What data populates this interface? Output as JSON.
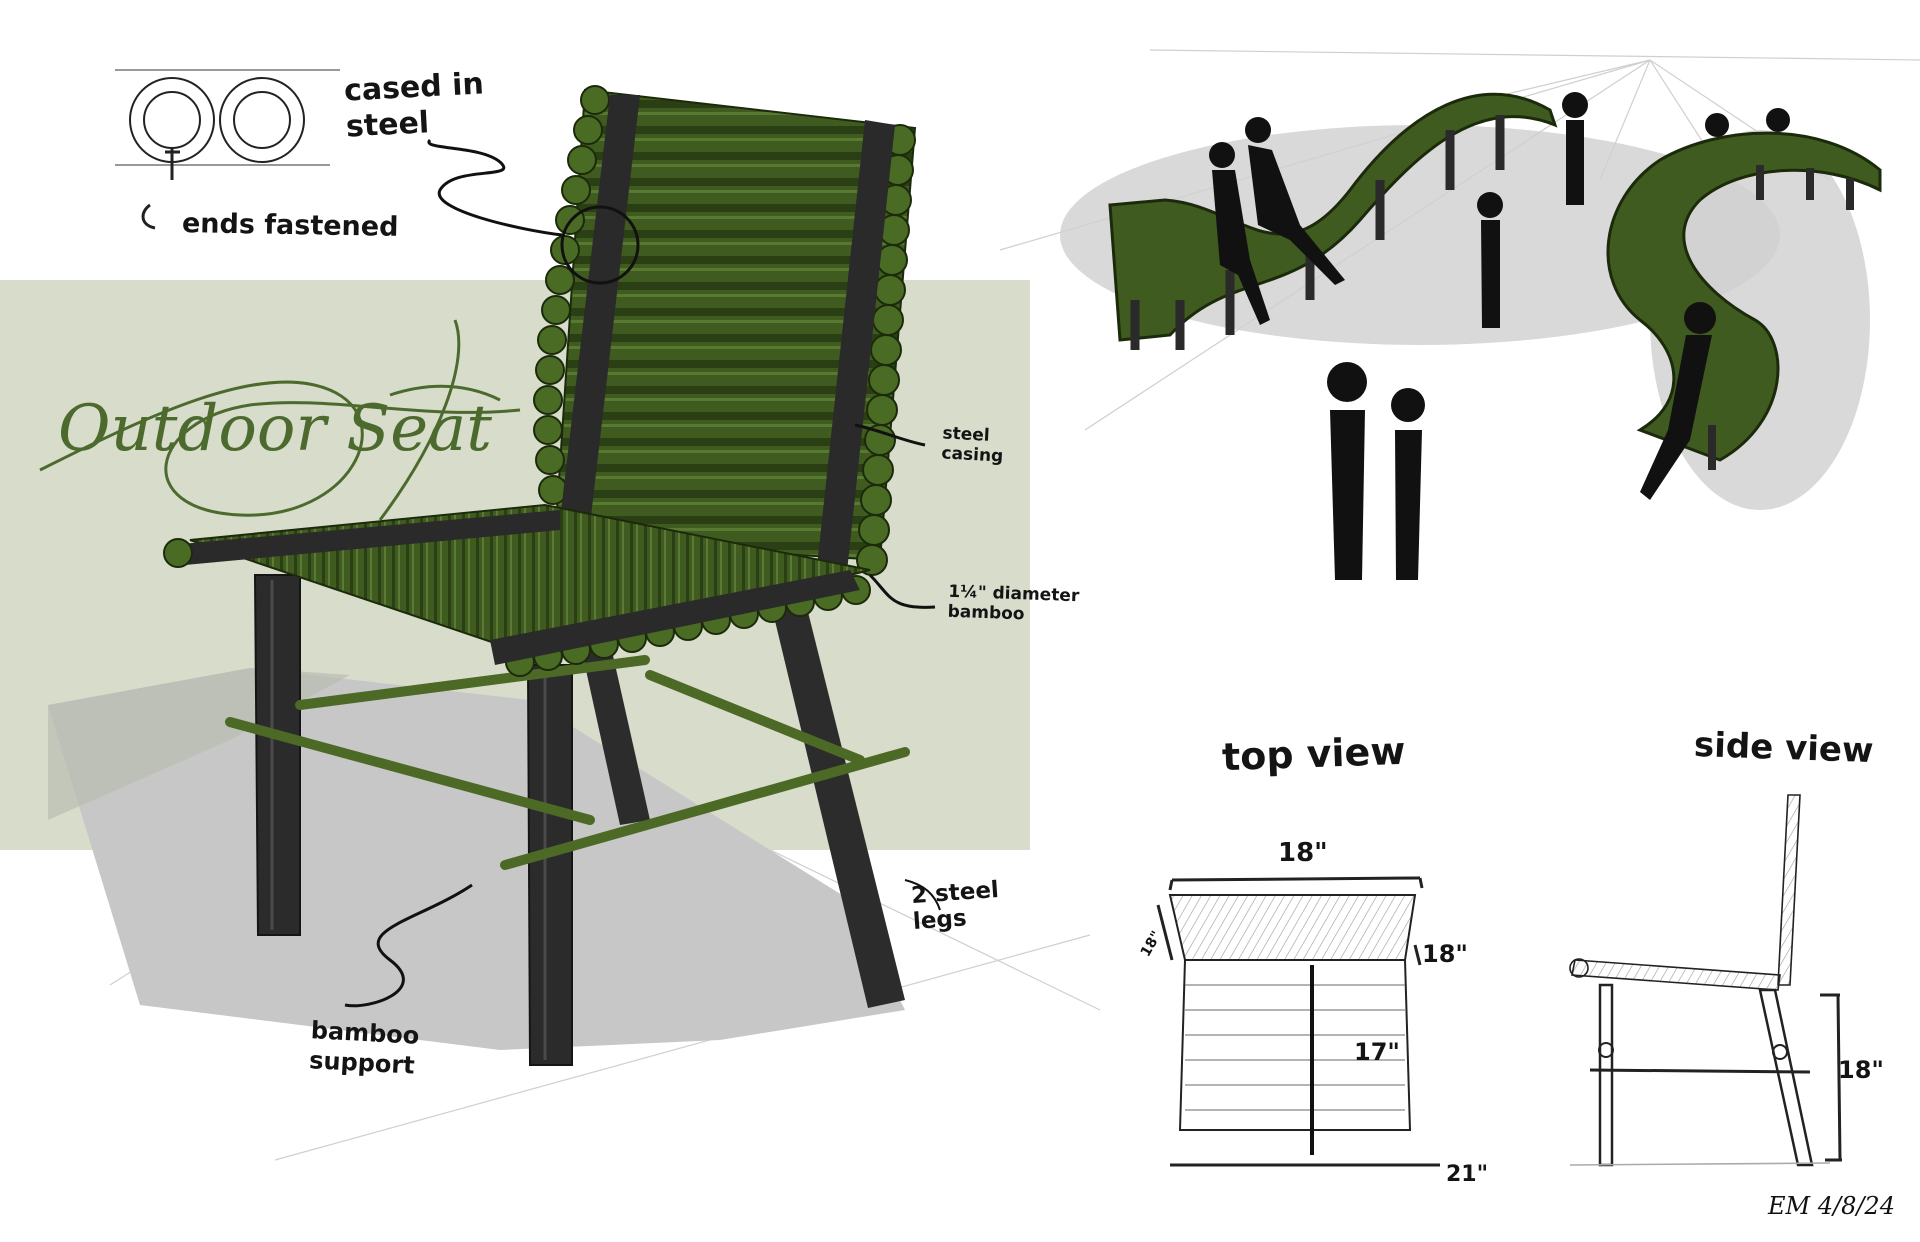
{
  "colors": {
    "bamboo": "#3f5b1f",
    "bamboo_dark": "#2b3f14",
    "bamboo_light": "#6b8a3a",
    "steel": "#2a2a2a",
    "panel": "#d8dccb",
    "shadow": "#c9c9c9",
    "ink": "#141414",
    "title_green": "#4d6a2e"
  },
  "title": "Outdoor Seat",
  "annotations": {
    "cased_in_steel": "cased in\nsteel",
    "ends_fastened": "ends fastened",
    "steel_casing": "steel\ncasing",
    "diameter_bamboo": "1¼\" diameter\nbamboo",
    "steel_legs": "2 steel\nlegs",
    "bamboo_support": "bamboo\nsupport"
  },
  "views": {
    "top_view_label": "top view",
    "side_view_label": "side view"
  },
  "dimensions": {
    "top_width": "18\"",
    "left_depth": "18\"",
    "right_depth": "18\"",
    "seat_length": "17\"",
    "bottom_width": "21\"",
    "seat_height": "18\""
  },
  "signature": "EM 4/8/24",
  "icons": [
    "bamboo-end-detail-icon",
    "chair-icon",
    "bench-icon",
    "figure-icon"
  ]
}
